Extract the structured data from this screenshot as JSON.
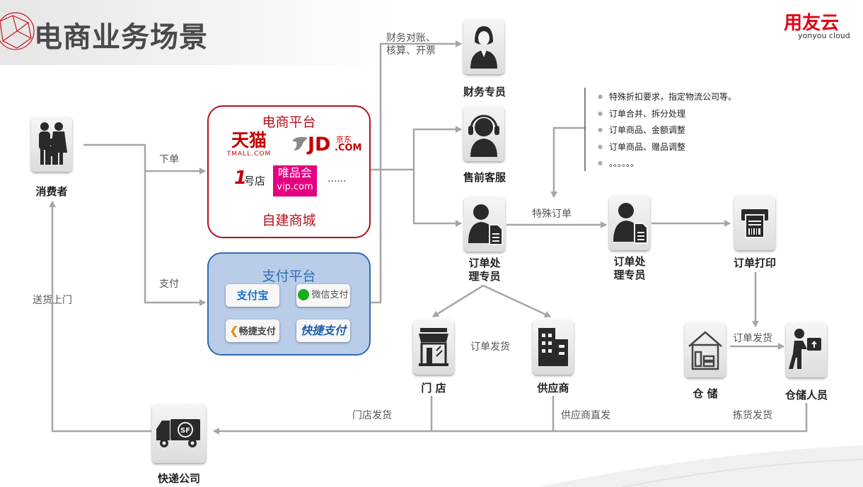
{
  "header": {
    "title": "电商业务场景",
    "logo_cn": "用友云",
    "logo_en": "yonyou cloud"
  },
  "nodes": {
    "consumer": "消费者",
    "finance": "财务专员",
    "presales": "售前客服",
    "order_clerk_1": [
      "订单处",
      "理专员"
    ],
    "order_clerk_2": [
      "订单处",
      "理专员"
    ],
    "order_print": "订单打印",
    "store": "门  店",
    "supplier": "供应商",
    "warehouse": "仓  储",
    "warehouse_staff": "仓储人员",
    "courier": "快递公司"
  },
  "platform_box": {
    "title": "电商平台",
    "footer": "自建商城",
    "brands": {
      "tmall_cn": "天猫",
      "tmall_en": "TMALL.COM",
      "jd": "JD",
      "jd_cn": "京东",
      "jd_com": ".COM",
      "yhd_num": "1",
      "yhd_txt": "号店",
      "vip_cn": "唯品会",
      "vip_en": "vip.com",
      "more": "......"
    }
  },
  "pay_box": {
    "title": "支付平台",
    "buttons": [
      "支付宝",
      "微信支付",
      "畅捷支付",
      "快捷支付"
    ]
  },
  "edges": {
    "order": "下单",
    "pay": "支付",
    "delivery": "送货上门",
    "finance_line1": "财务对账、",
    "finance_line2": "核算、开票",
    "special_order": "特殊订单",
    "order_ship_store": "订单发货",
    "order_ship_wh": "订单发货",
    "store_ship": "门店发货",
    "supplier_ship": "供应商直发",
    "pick_ship": "拣货发货"
  },
  "notes": [
    "特殊折扣要求，指定物流公司等。",
    "订单合并、拆分处理",
    "订单商品、金额调整",
    "订单商品、赠品调整",
    "。。。。。。"
  ],
  "colors": {
    "platform_border": "#b5121b",
    "pay_border": "#2e6db5",
    "pay_fill": "#b9cde8",
    "arrow": "#a6a6a6",
    "logo": "#e60012"
  }
}
